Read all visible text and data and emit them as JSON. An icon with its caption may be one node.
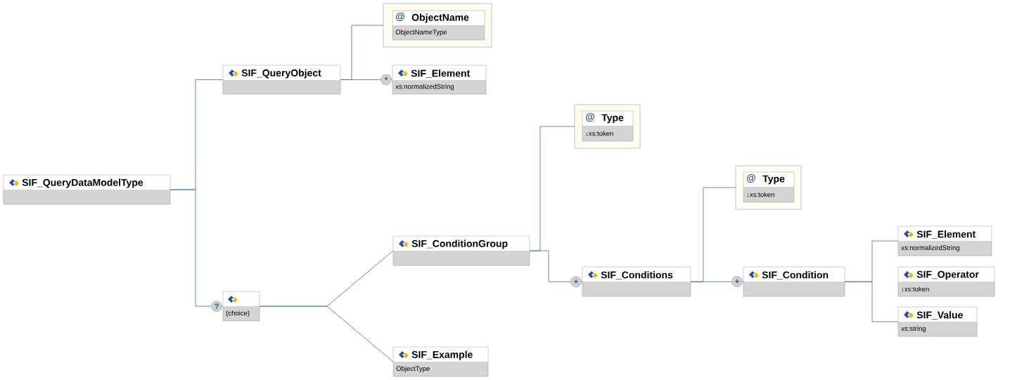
{
  "diagram": {
    "nodes": [
      {
        "text": [
          "SIF_QueryDataModelType"
        ]
      },
      {
        "text": [
          "SIF_QueryObject"
        ]
      },
      {
        "text": [
          "@",
          "ObjectName",
          "ObjectNameType"
        ]
      },
      {
        "text": [
          "SIF_Element",
          "xs:normalizedString"
        ]
      },
      {
        "text": [
          "(choice)"
        ]
      },
      {
        "text": [
          "SIF_ConditionGroup"
        ]
      },
      {
        "text": [
          "@",
          "Type",
          "↓xs:token"
        ]
      },
      {
        "text": [
          "SIF_Example",
          "ObjectType"
        ]
      },
      {
        "text": [
          "SIF_Conditions"
        ]
      },
      {
        "text": [
          "@",
          "Type",
          "↓xs:token"
        ]
      },
      {
        "text": [
          "SIF_Condition"
        ]
      },
      {
        "text": [
          "SIF_Element",
          "xs:normalizedString"
        ]
      },
      {
        "text": [
          "SIF_Operator",
          "↓xs:token"
        ]
      },
      {
        "text": [
          "SIF_Value",
          "xs:string"
        ]
      }
    ],
    "edges": [
      {
        "from": 0,
        "to": 1,
        "arrow": "none"
      },
      {
        "from": 1,
        "to": 2,
        "arrow": "none"
      },
      {
        "from": 1,
        "to": 3,
        "arrow": "none",
        "label": "*"
      },
      {
        "from": 0,
        "to": 4,
        "arrow": "none",
        "label": "?"
      },
      {
        "from": 4,
        "to": 5,
        "arrow": "none"
      },
      {
        "from": 4,
        "to": 7,
        "arrow": "none"
      },
      {
        "from": 5,
        "to": 6,
        "arrow": "none"
      },
      {
        "from": 5,
        "to": 8,
        "arrow": "none",
        "label": "+"
      },
      {
        "from": 8,
        "to": 9,
        "arrow": "none"
      },
      {
        "from": 8,
        "to": 10,
        "arrow": "none",
        "label": "+"
      },
      {
        "from": 10,
        "to": 11,
        "arrow": "none"
      },
      {
        "from": 10,
        "to": 13,
        "arrow": "none"
      }
    ]
  }
}
